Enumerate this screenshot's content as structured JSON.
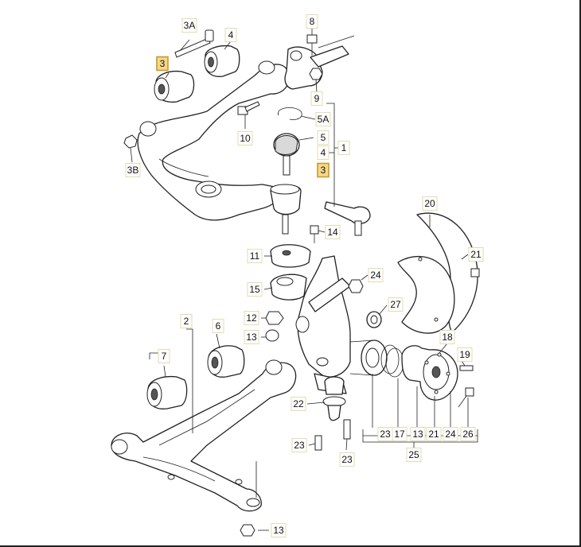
{
  "diagram": {
    "labels": [
      {
        "id": "l3a",
        "text": "3A",
        "highlight": false
      },
      {
        "id": "l4t",
        "text": "4",
        "highlight": false
      },
      {
        "id": "l8",
        "text": "8",
        "highlight": false
      },
      {
        "id": "l3t",
        "text": "3",
        "highlight": true
      },
      {
        "id": "l9",
        "text": "9",
        "highlight": false
      },
      {
        "id": "l5a",
        "text": "5A",
        "highlight": false
      },
      {
        "id": "l10",
        "text": "10",
        "highlight": false
      },
      {
        "id": "l5",
        "text": "5",
        "highlight": false
      },
      {
        "id": "l4m",
        "text": "4",
        "highlight": false
      },
      {
        "id": "l1",
        "text": "1",
        "highlight": false
      },
      {
        "id": "l3b",
        "text": "3B",
        "highlight": false
      },
      {
        "id": "l3m",
        "text": "3",
        "highlight": true
      },
      {
        "id": "l20",
        "text": "20",
        "highlight": false
      },
      {
        "id": "l14",
        "text": "14",
        "highlight": false
      },
      {
        "id": "l21r",
        "text": "21",
        "highlight": false
      },
      {
        "id": "l11",
        "text": "11",
        "highlight": false
      },
      {
        "id": "l24",
        "text": "24",
        "highlight": false
      },
      {
        "id": "l15",
        "text": "15",
        "highlight": false
      },
      {
        "id": "l27",
        "text": "27",
        "highlight": false
      },
      {
        "id": "l2",
        "text": "2",
        "highlight": false
      },
      {
        "id": "l12",
        "text": "12",
        "highlight": false
      },
      {
        "id": "l6",
        "text": "6",
        "highlight": false
      },
      {
        "id": "l13a",
        "text": "13",
        "highlight": false
      },
      {
        "id": "l18",
        "text": "18",
        "highlight": false
      },
      {
        "id": "l7",
        "text": "7",
        "highlight": false
      },
      {
        "id": "l19",
        "text": "19",
        "highlight": false
      },
      {
        "id": "l22",
        "text": "22",
        "highlight": false
      },
      {
        "id": "l23a",
        "text": "23",
        "highlight": false
      },
      {
        "id": "l17",
        "text": "17",
        "highlight": false
      },
      {
        "id": "l13b",
        "text": "13",
        "highlight": false
      },
      {
        "id": "l21b",
        "text": "21",
        "highlight": false
      },
      {
        "id": "l24b",
        "text": "24",
        "highlight": false
      },
      {
        "id": "l26",
        "text": "26",
        "highlight": false
      },
      {
        "id": "l25",
        "text": "25",
        "highlight": false
      },
      {
        "id": "l23b",
        "text": "23",
        "highlight": false
      },
      {
        "id": "l23c",
        "text": "23",
        "highlight": false
      },
      {
        "id": "l13c",
        "text": "13",
        "highlight": false
      }
    ],
    "colors": {
      "highlight_fill": "#f5d98a",
      "highlight_stroke": "#c89a2a",
      "label_stroke": "#e2dcb0",
      "label_fill": "#ffffff",
      "line": "#222222"
    }
  }
}
